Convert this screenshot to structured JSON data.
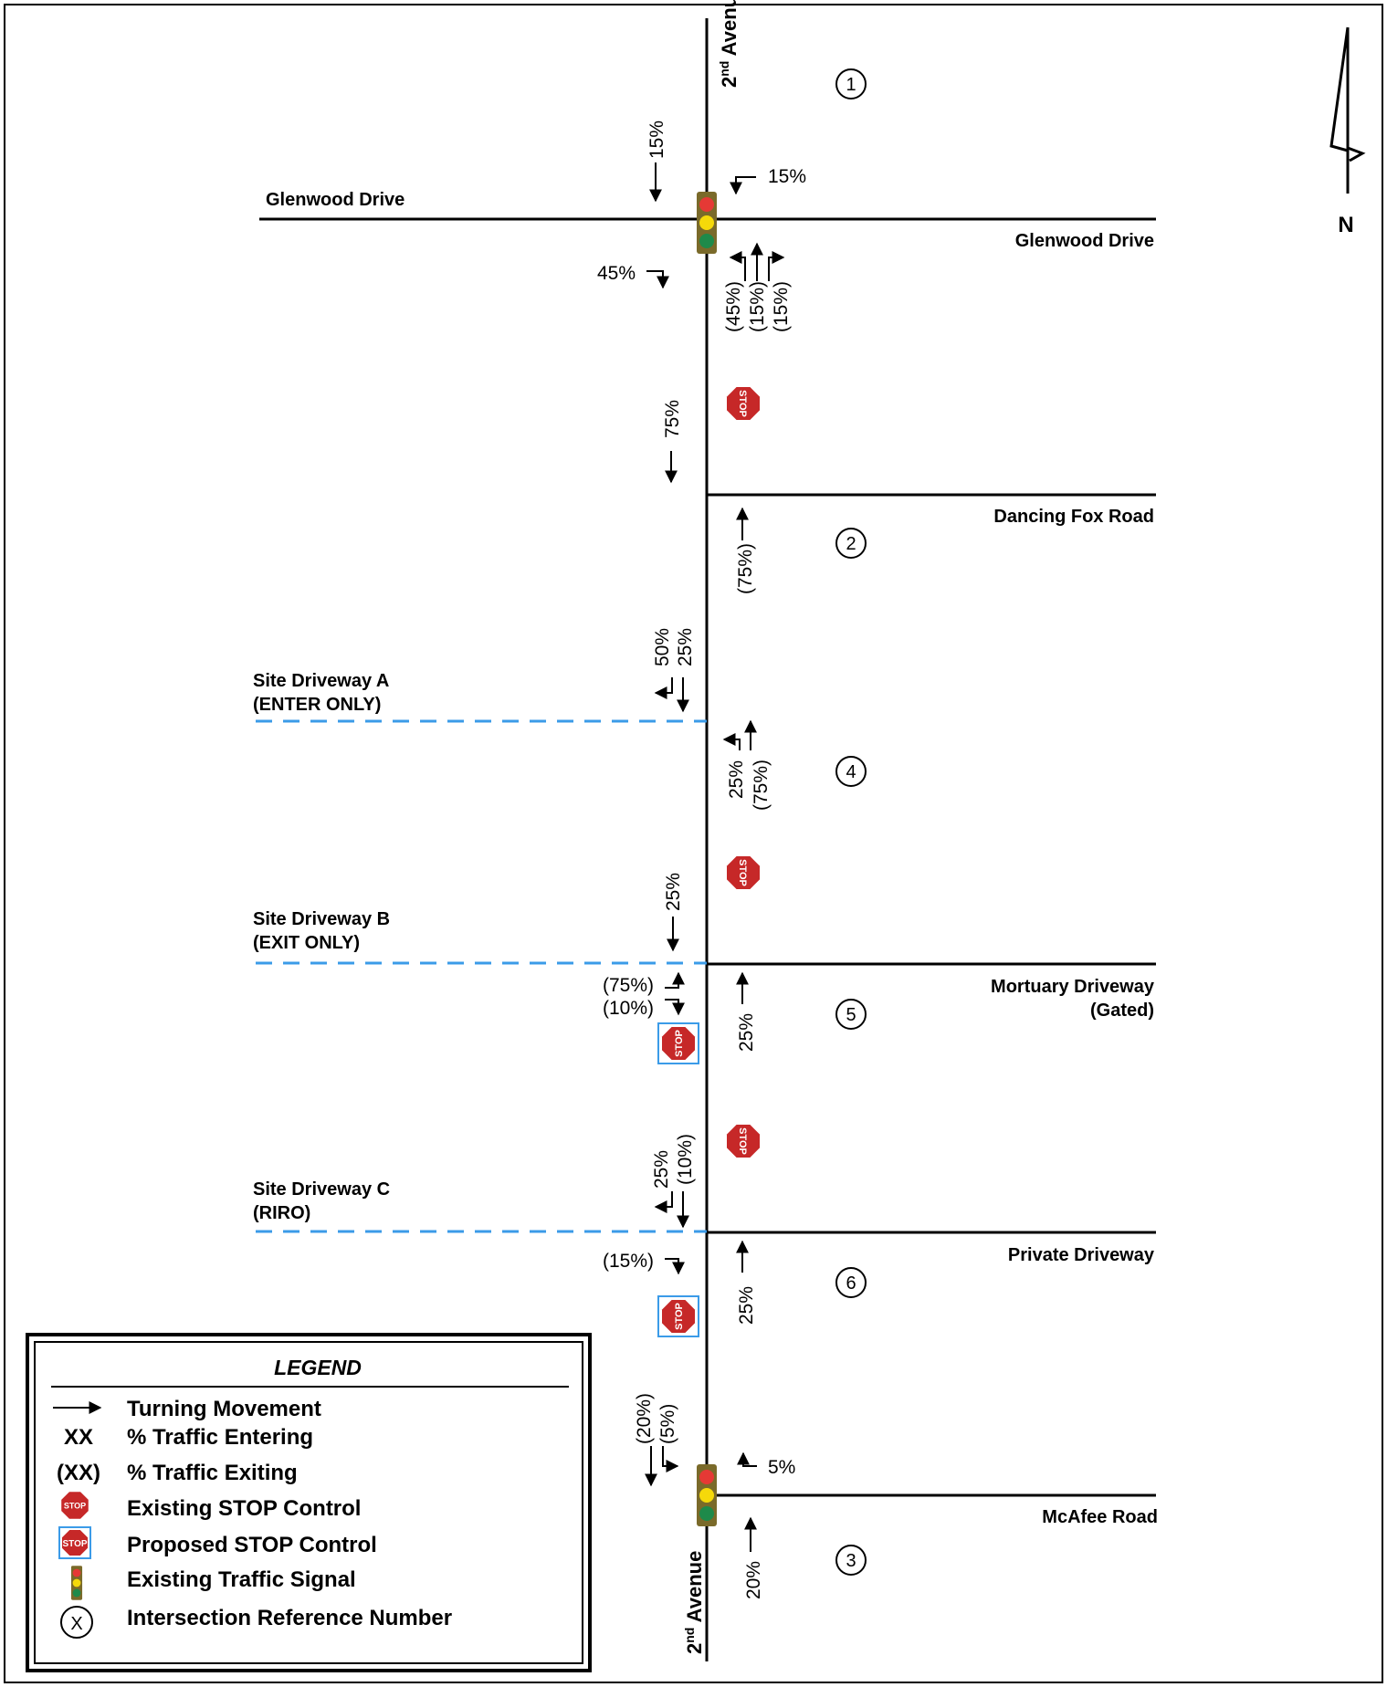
{
  "north_label": "N",
  "roads": {
    "avenue_top": [
      "2",
      "nd",
      " Avenue"
    ],
    "avenue_bottom": [
      "2",
      "nd",
      " Avenue"
    ],
    "glenwood_west": "Glenwood Drive",
    "glenwood_east": "Glenwood Drive",
    "dancing_fox": "Dancing Fox Road",
    "mortuary": [
      "Mortuary Driveway",
      "(Gated)"
    ],
    "private": "Private Driveway",
    "mcafee": "McAfee Road",
    "driveway_a": [
      "Site Driveway A",
      "(ENTER ONLY)"
    ],
    "driveway_b": [
      "Site Driveway B",
      "(EXIT ONLY)"
    ],
    "driveway_c": [
      "Site Driveway C",
      "(RIRO)"
    ]
  },
  "intersections": [
    "1",
    "2",
    "3",
    "4",
    "5",
    "6"
  ],
  "percentages": {
    "i1_sb_through": "15%",
    "i1_wb_left": "15%",
    "i1_sb_right": "45%",
    "i1_nb_left": "(45%)",
    "i1_nb_through": "(15%)",
    "i1_nb_right": "(15%)",
    "sb_75": "75%",
    "nb_75": "(75%)",
    "a_sb_right": "50%",
    "a_sb_through": "25%",
    "a_nb_left": "25%",
    "a_nb_through": "(75%)",
    "b_sb_through": "25%",
    "b_exit_right": "(75%)",
    "b_exit_left": "(10%)",
    "i5_nb_through": "25%",
    "c_sb_right": "25%",
    "c_sb_through": "(10%)",
    "c_exit_right": "(15%)",
    "i6_nb_through": "25%",
    "i3_sb_through": "(20%)",
    "i3_sb_left": "(5%)",
    "i3_wb_right": "5%",
    "i3_nb_through": "20%"
  },
  "legend": {
    "title": "LEGEND",
    "items": [
      {
        "symbol": "arrow",
        "label": "Turning Movement"
      },
      {
        "symbol": "XX",
        "label": "% Traffic Entering"
      },
      {
        "symbol": "(XX)",
        "label": "% Traffic Exiting"
      },
      {
        "symbol": "stop-existing",
        "label": "Existing STOP Control"
      },
      {
        "symbol": "stop-proposed",
        "label": "Proposed STOP Control"
      },
      {
        "symbol": "signal",
        "label": "Existing Traffic Signal"
      },
      {
        "symbol": "X",
        "label": "Intersection Reference Number"
      }
    ]
  },
  "stop_text": "STOP",
  "colors": {
    "driveway_dash": "#3b9be8",
    "stop_red": "#c62828",
    "proposed_box": "#3b9be8",
    "signal_housing": "#7a6a2a",
    "signal_red": "#e53935",
    "signal_yellow": "#f5d90a",
    "signal_green": "#1e8a4a"
  }
}
